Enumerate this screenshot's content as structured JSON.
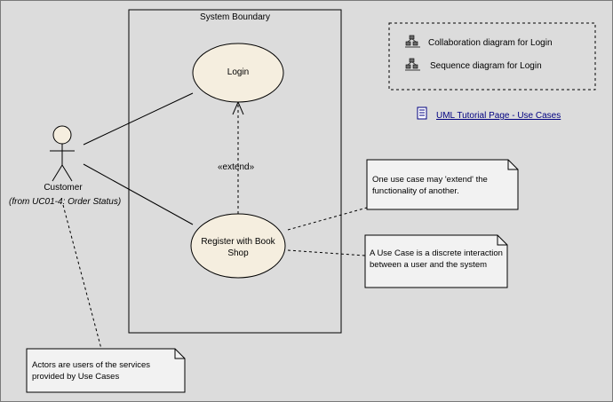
{
  "diagram": {
    "boundary_label": "System Boundary",
    "use_cases": {
      "login": "Login",
      "register": "Register with Book Shop"
    },
    "extend_label": "«extend»",
    "actor": {
      "name": "Customer",
      "from": "(from UC01-4: Order Status)"
    },
    "notes": {
      "extend": "One use case may 'extend' the functionality of another.",
      "use_case": "A Use Case is a discrete interaction between a user and the system",
      "actors": "Actors are users of the services provided by Use Cases"
    },
    "links_panel": {
      "collaboration": "Collaboration diagram for Login",
      "sequence": "Sequence diagram for Login"
    },
    "tutorial_link": "UML Tutorial Page - Use Cases",
    "colors": {
      "background": "#dcdcdc",
      "use_case_fill": "#f5eedf",
      "note_fill": "#f2f2f2",
      "link": "#000080"
    },
    "icons": {
      "collaboration": "collaboration-diagram-icon",
      "sequence": "sequence-diagram-icon",
      "document": "document-icon"
    }
  }
}
